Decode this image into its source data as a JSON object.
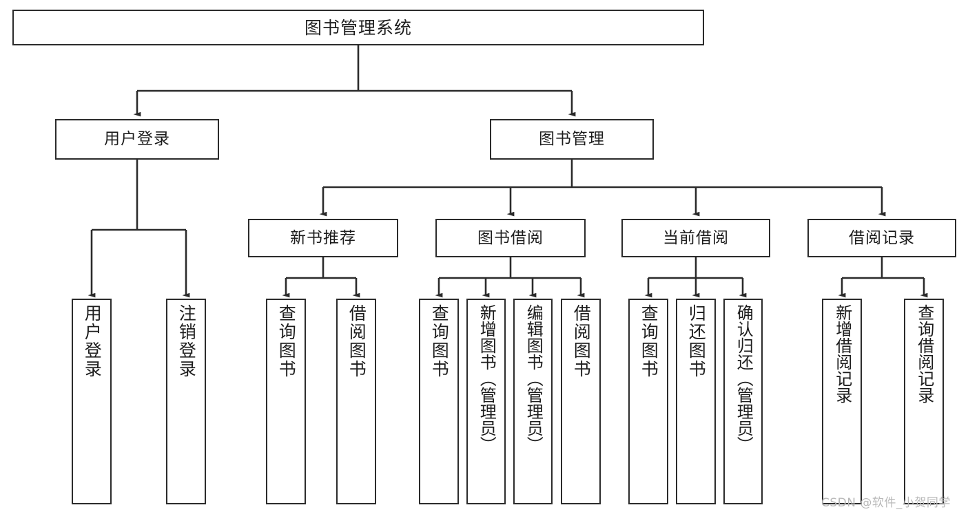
{
  "diagram": {
    "title": "图书管理系统",
    "type": "tree-hierarchy",
    "watermark": "CSDN @软件_小贺同学",
    "colors": {
      "background": "#ffffff",
      "box_border": "#2b2b2b",
      "connector": "#2b2b2b",
      "text": "#1d1d1d",
      "watermark": "#b9b9b9"
    },
    "levels": {
      "root": {
        "label": "图书管理系统"
      },
      "level2": [
        {
          "id": "user-login",
          "label": "用户登录"
        },
        {
          "id": "book-manage",
          "label": "图书管理"
        }
      ],
      "level3": [
        {
          "id": "new-book-rec",
          "label": "新书推荐"
        },
        {
          "id": "book-borrow",
          "label": "图书借阅"
        },
        {
          "id": "current-borrow",
          "label": "当前借阅"
        },
        {
          "id": "borrow-record",
          "label": "借阅记录"
        }
      ],
      "leaves": [
        {
          "id": "leaf-user-login",
          "label": "用户登录",
          "parent": "user-login"
        },
        {
          "id": "leaf-logout",
          "label": "注销登录",
          "parent": "user-login"
        },
        {
          "id": "leaf-query-book-1",
          "label": "查询图书",
          "parent": "new-book-rec"
        },
        {
          "id": "leaf-borrow-book-1",
          "label": "借阅图书",
          "parent": "new-book-rec"
        },
        {
          "id": "leaf-query-book-2",
          "label": "查询图书",
          "parent": "book-borrow"
        },
        {
          "id": "leaf-add-book",
          "label": "新增图书（管理员）",
          "parent": "book-borrow"
        },
        {
          "id": "leaf-edit-book",
          "label": "编辑图书（管理员）",
          "parent": "book-borrow"
        },
        {
          "id": "leaf-borrow-book-2",
          "label": "借阅图书",
          "parent": "book-borrow"
        },
        {
          "id": "leaf-query-book-3",
          "label": "查询图书",
          "parent": "current-borrow"
        },
        {
          "id": "leaf-return-book",
          "label": "归还图书",
          "parent": "current-borrow"
        },
        {
          "id": "leaf-confirm-return",
          "label": "确认归还（管理员）",
          "parent": "current-borrow"
        },
        {
          "id": "leaf-add-record",
          "label": "新增借阅记录",
          "parent": "borrow-record"
        },
        {
          "id": "leaf-query-record",
          "label": "查询借阅记录",
          "parent": "borrow-record"
        }
      ]
    }
  }
}
